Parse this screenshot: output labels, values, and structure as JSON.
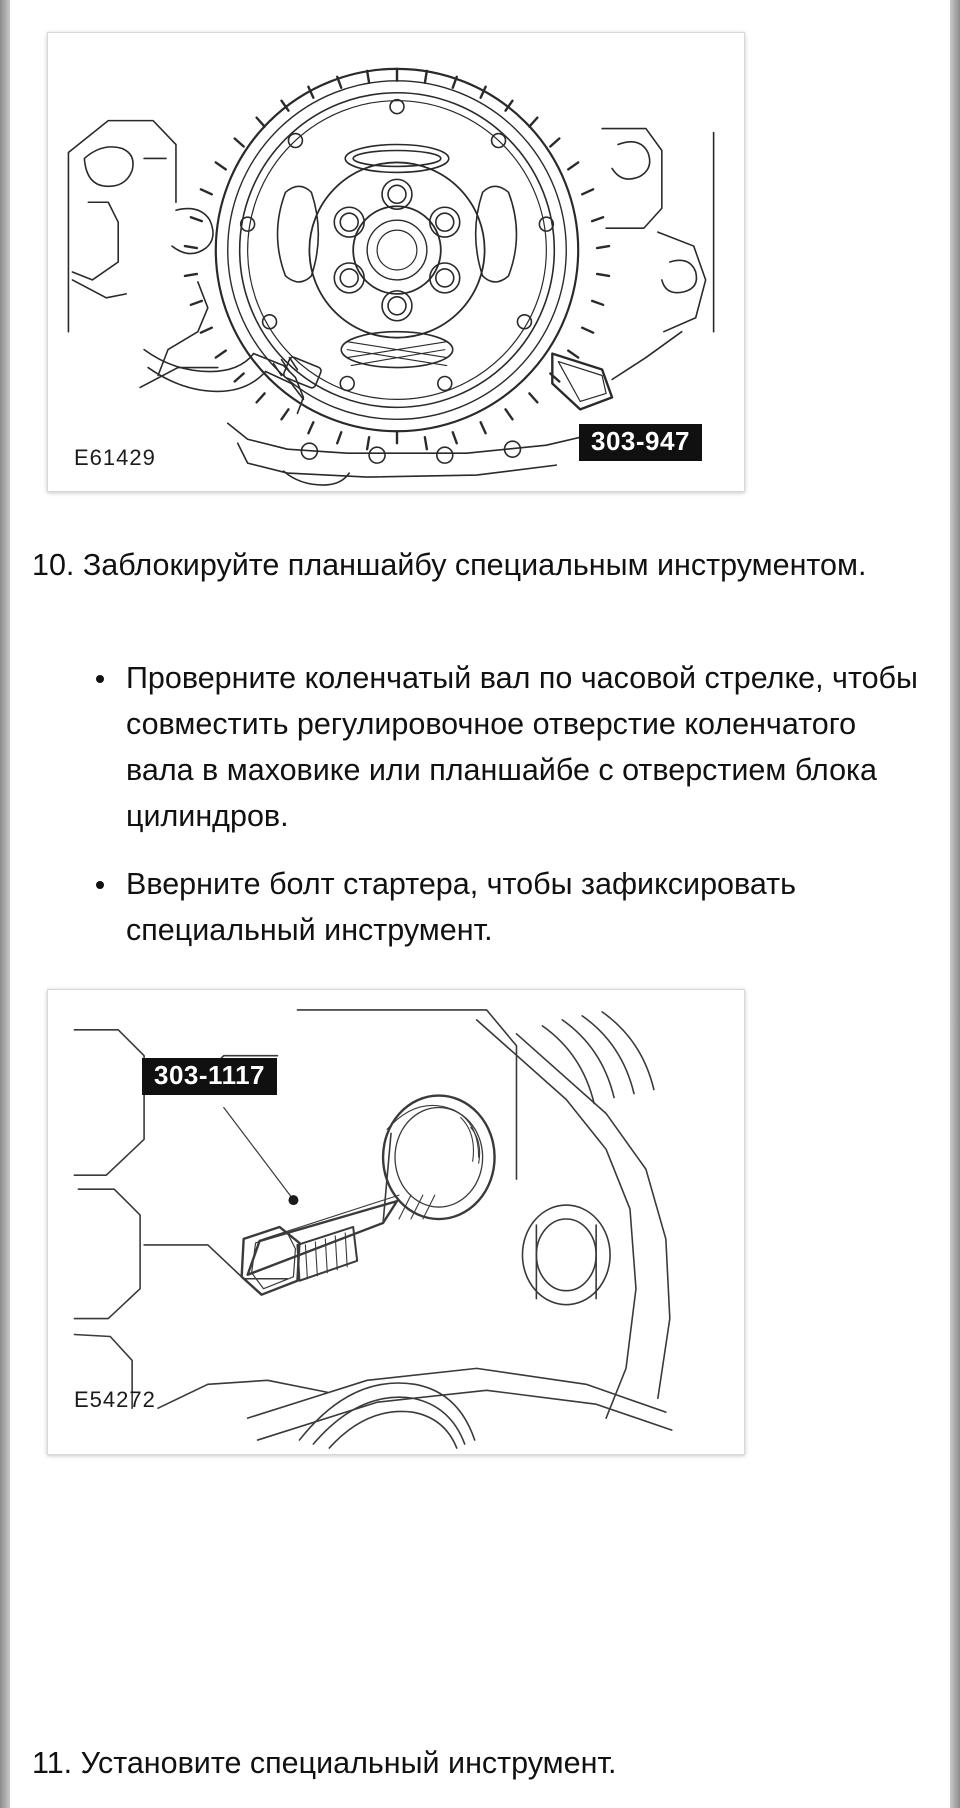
{
  "document": {
    "language": "ru",
    "background_color": "#9d9d9d",
    "page_color": "#ffffff",
    "text_color": "#111111"
  },
  "figures": [
    {
      "id": "flywheel",
      "caption_code": "E61429",
      "tool_badge": "303-947",
      "alt": "Engine flywheel / flexplate with ring gear and special tool 303-947 engaged"
    },
    {
      "id": "tool",
      "caption_code": "E54272",
      "tool_badge": "303-1117",
      "alt": "Special tool 303-1117 installed at starter motor opening"
    }
  ],
  "steps": [
    {
      "number": "10.",
      "text": "10. Заблокируйте планшайбу специальным инструментом.",
      "bullets": [
        "Проверните коленчатый вал по часовой стрелке, чтобы совместить регулировочное отверстие коленчатого вала в маховике или планшайбе с отверстием блока цилиндров.",
        "Вверните болт стартера, чтобы зафиксировать специальный инструмент."
      ]
    },
    {
      "number": "11.",
      "text": "11. Установите специальный инструмент.",
      "bullets": []
    }
  ],
  "colors": {
    "badge_background": "#101010",
    "badge_text": "#ffffff",
    "figure_border": "#d8d8d8"
  }
}
